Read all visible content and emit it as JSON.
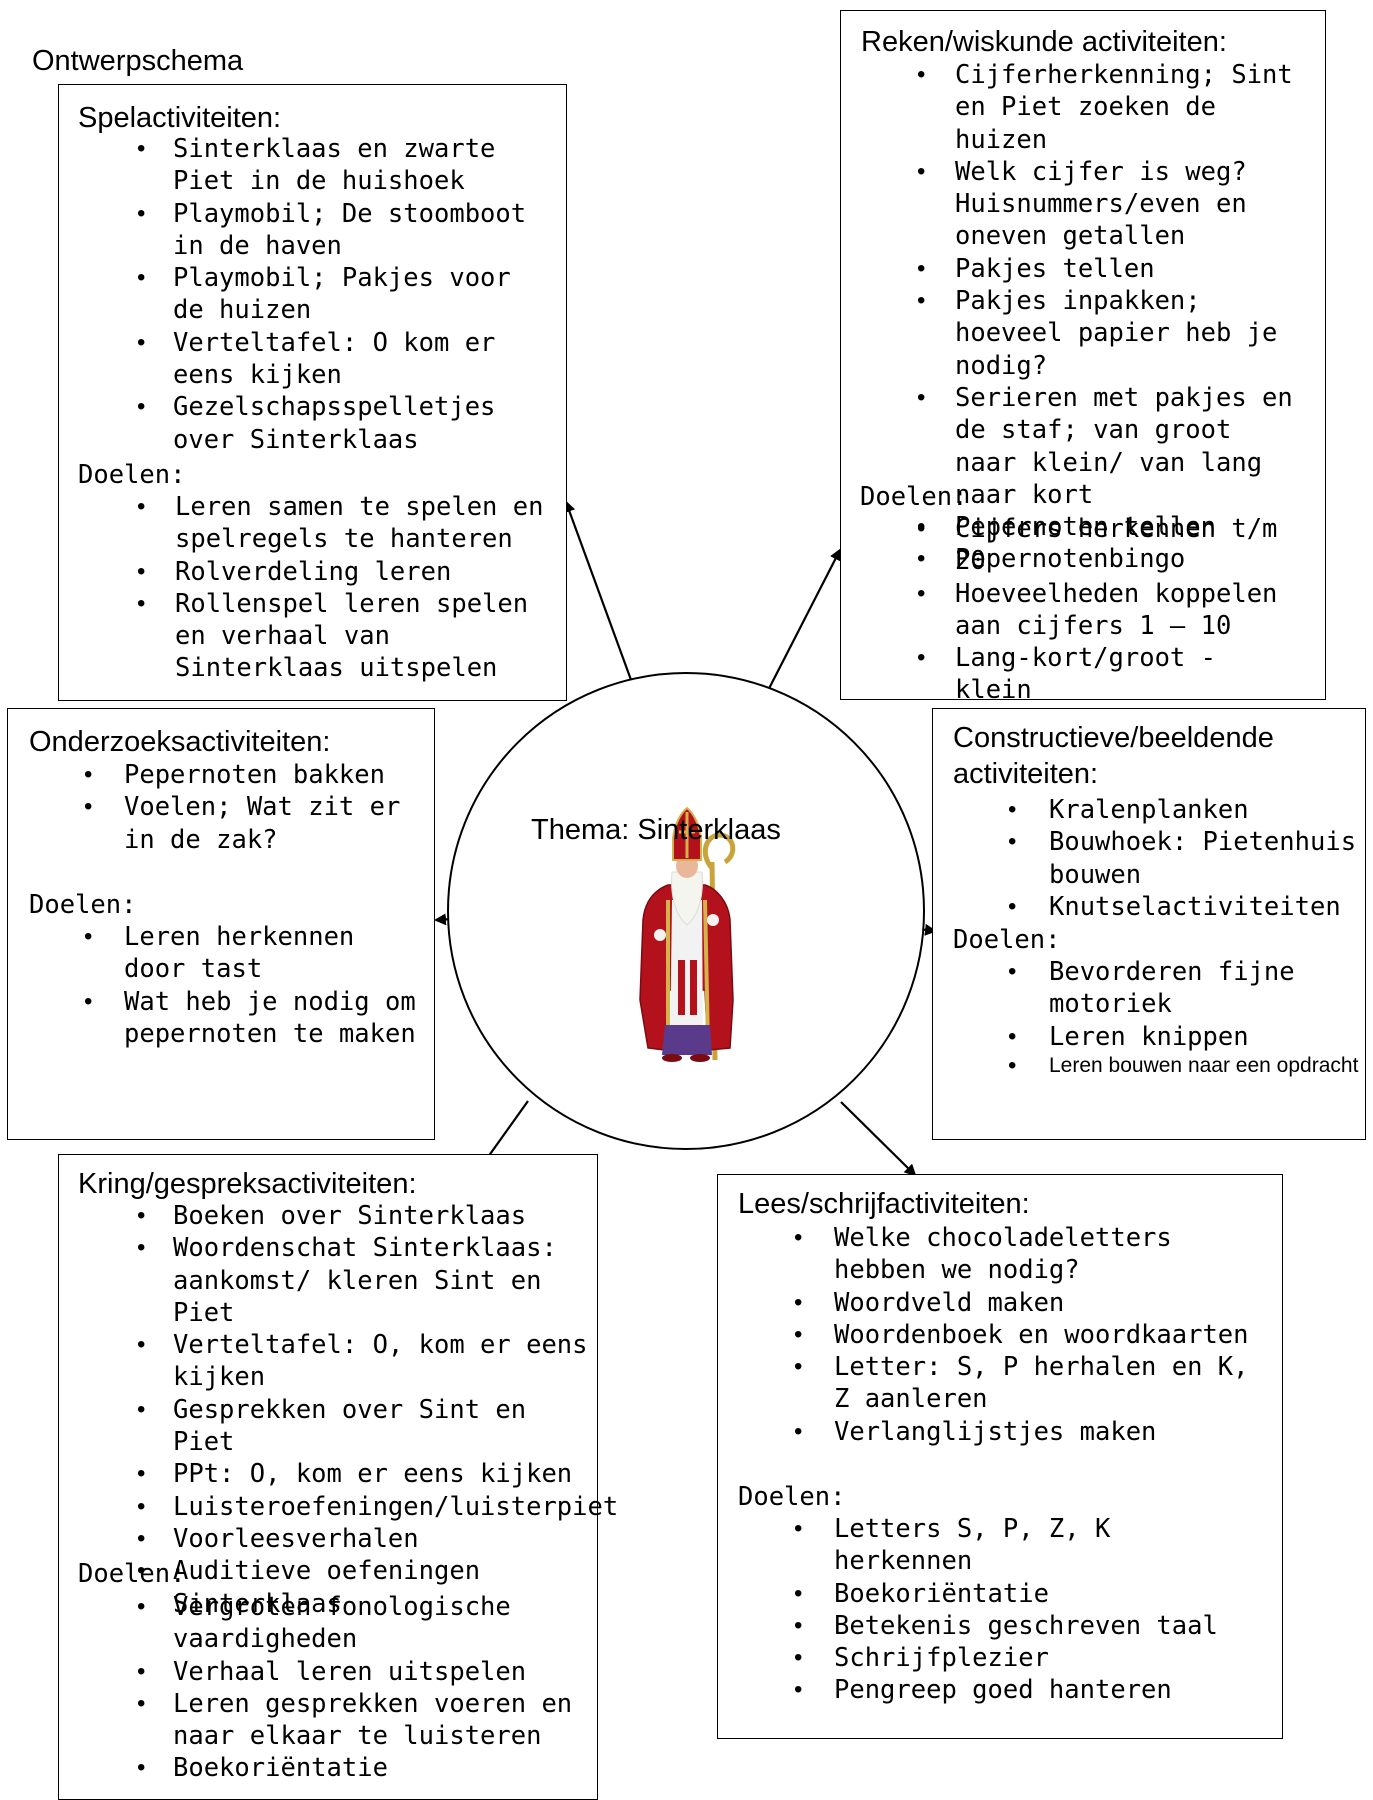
{
  "header": {
    "title": "Ontwerpschema"
  },
  "center": {
    "title": "Thema: Sinterklaas",
    "image": "sinterklaas-figure"
  },
  "spel": {
    "title": "Spelactiviteiten:",
    "items": [
      "Sinterklaas en zwarte Piet in de huishoek",
      "Playmobil; De stoomboot in de haven",
      "Playmobil; Pakjes voor de huizen",
      "Verteltafel: O kom er eens kijken",
      "Gezelschapsspelletjes over Sinterklaas"
    ],
    "doelen_label": "Doelen:",
    "doelen": [
      "Leren samen te spelen en spelregels te hanteren",
      "Rolverdeling leren",
      "Rollenspel leren spelen en verhaal van Sinterklaas uitspelen"
    ]
  },
  "reken": {
    "title": "Reken/wiskunde activiteiten:",
    "items": [
      "Cijferherkenning; Sint en Piet zoeken de huizen",
      "Welk cijfer is weg? Huisnummers/even en oneven getallen",
      "Pakjes tellen",
      "Pakjes inpakken; hoeveel papier heb je nodig?",
      "Serieren met pakjes en de staf; van groot naar klein/ van lang naar kort",
      "Pepernoten tellen",
      "Pepernotenbingo"
    ],
    "doelen_label": "Doelen:",
    "doelen": [
      "Cijfers herkennen t/m 20",
      "Hoeveelheden koppelen aan cijfers 1 – 10",
      "Lang-kort/groot - klein"
    ]
  },
  "onderzoek": {
    "title": "Onderzoeksactiviteiten:",
    "items": [
      "Pepernoten bakken",
      "Voelen; Wat zit er in de zak?"
    ],
    "doelen_label": "Doelen:",
    "doelen": [
      "Leren herkennen door tast",
      "Wat heb je nodig om pepernoten te maken"
    ]
  },
  "construct": {
    "title_line1": "Constructieve/beeldende",
    "title_line2": "activiteiten:",
    "items": [
      "Kralenplanken",
      "Bouwhoek: Pietenhuis bouwen",
      "Knutselactiviteiten"
    ],
    "doelen_label": "Doelen:",
    "doelen": [
      "Bevorderen fijne motoriek",
      "Leren knippen",
      "Leren bouwen naar een opdracht"
    ]
  },
  "kring": {
    "title": "Kring/gespreksactiviteiten:",
    "items": [
      "Boeken over Sinterklaas",
      "Woordenschat Sinterklaas: aankomst/ kleren Sint en Piet",
      "Verteltafel: O, kom er eens kijken",
      "Gesprekken over Sint en Piet",
      "PPt: O, kom er eens kijken",
      "Luisteroefeningen/luisterpiet",
      "Voorleesverhalen",
      "Auditieve oefeningen Sinterklaas"
    ],
    "doelen_label": "Doelen:",
    "doelen": [
      "Vergroten fonologische vaardigheden",
      "Verhaal leren uitspelen",
      "Leren gesprekken voeren en naar elkaar te luisteren",
      "Boekoriëntatie"
    ]
  },
  "lees": {
    "title": "Lees/schrijfactiviteiten:",
    "items": [
      "Welke chocoladeletters hebben we nodig?",
      "Woordveld maken",
      "Woordenboek en woordkaarten",
      "Letter: S, P herhalen en K, Z aanleren",
      "Verlanglijstjes maken"
    ],
    "doelen_label": "Doelen:",
    "doelen": [
      "Letters S, P, Z, K herkennen",
      "Boekoriëntatie",
      "Betekenis geschreven taal",
      "Schrijfplezier",
      "Pengreep goed hanteren"
    ]
  }
}
